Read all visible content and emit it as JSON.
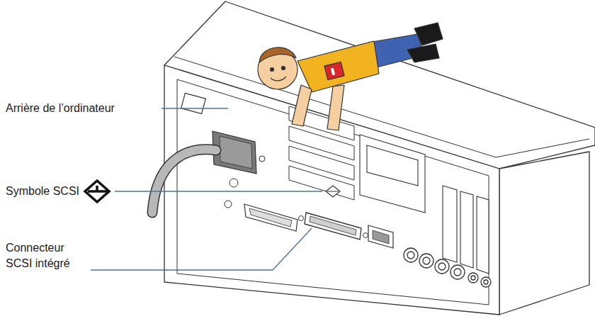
{
  "diagram": {
    "labels": [
      "Arrière de l’ordinateur",
      "Symbole SCSI",
      "Connecteur SCSI intégré"
    ]
  }
}
